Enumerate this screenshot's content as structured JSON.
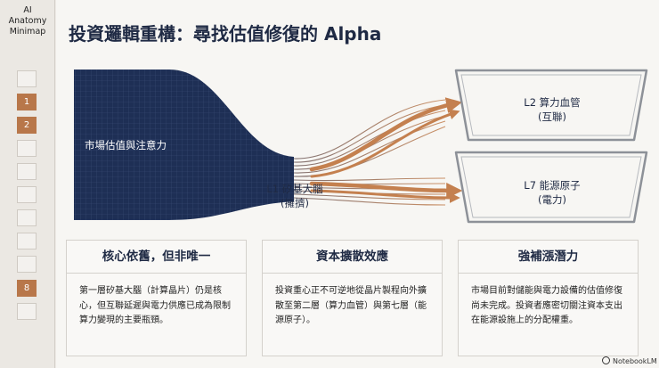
{
  "minimap": {
    "title_line1": "AI",
    "title_line2": "Anatomy",
    "title_line3": "Minimap",
    "items": [
      "",
      "1",
      "2",
      "",
      "",
      "",
      "",
      "",
      "",
      "",
      "8",
      ""
    ],
    "active_items": [
      "1",
      "2",
      "8"
    ]
  },
  "slide": {
    "title": "投資邏輯重構：尋找估值修復的 Alpha",
    "market_label": "市場估值與注意力",
    "l1_line1": "L1 矽基大腦",
    "l1_line2": "(擁擠)",
    "l2_line1": "L2 算力血管",
    "l2_line2": "(互聯)",
    "l7_line1": "L7 能源原子",
    "l7_line2": "(電力)"
  },
  "cards": [
    {
      "title": "核心依舊，但非唯一",
      "body": "第一層矽基大腦（計算晶片）仍是核心，但互聯延遲與電力供應已成為限制算力變現的主要瓶頸。"
    },
    {
      "title": "資本擴散效應",
      "body": "投資重心正不可逆地從晶片製程向外擴散至第二層（算力血管）與第七層（能源原子）。"
    },
    {
      "title": "強補漲潛力",
      "body": "市場目前對儲能與電力設備的估值修復尚未完成。投資者應密切關注資本支出在能源設施上的分配權重。"
    }
  ],
  "brand": "NotebookLM",
  "colors": {
    "navy": "#1e2f55",
    "copper": "#c4804f",
    "accent": "#b8774a",
    "gray_box": "#8d9198"
  }
}
